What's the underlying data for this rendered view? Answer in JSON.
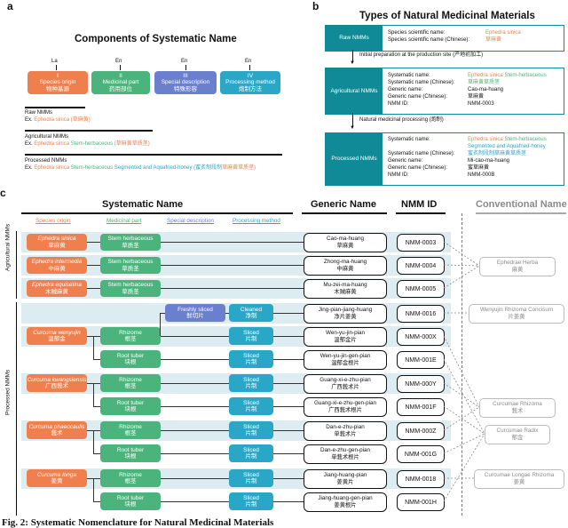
{
  "panel_a": {
    "label": "a",
    "title": "Components of Systematic Name",
    "components": [
      {
        "abbr": "La",
        "num": "I",
        "en": "Species origin",
        "zh": "物种基源",
        "color": "#ef7f4c"
      },
      {
        "abbr": "En",
        "num": "II",
        "en": "Medicinal part",
        "zh": "药用部位",
        "color": "#4bb37c"
      },
      {
        "abbr": "En",
        "num": "III",
        "en": "Special description",
        "zh": "特殊形容",
        "color": "#6b7fcf"
      },
      {
        "abbr": "En",
        "num": "IV",
        "en": "Processing method",
        "zh": "炮制方法",
        "color": "#2aa6c6"
      }
    ],
    "raw_title": "Raw NMMs",
    "raw_ex_prefix": "Ex. ",
    "raw_ex_species": "Ephedra sinica",
    "raw_ex_zh": "(草麻黄)",
    "agri_title": "Agricultural NMMs",
    "agri_ex_prefix": "Ex. ",
    "agri_ex_species": "Ephedra sinica",
    "agri_ex_part": "Stem-herbaceous",
    "agri_ex_zh": "(草麻黄草质茎)",
    "proc_title": "Processed NMMs",
    "proc_ex_prefix": "Ex. ",
    "proc_ex_species": "Ephedra sinica",
    "proc_ex_part": "Stem-herbaceous",
    "proc_ex_method": "Segmented and Aquafried-honey",
    "proc_ex_zh_a": "(蜜炙制段制",
    "proc_ex_zh_b": "草麻黄草质茎)"
  },
  "panel_b": {
    "label": "b",
    "title": "Types of Natural Medicinal Materials",
    "raw": {
      "name": "Raw NMMs",
      "rows": [
        [
          "Species scientific name:",
          "Ephedra sinica"
        ],
        [
          "Species scientific name (Chinese):",
          "草麻黄"
        ]
      ]
    },
    "arrow1": "Initial preparation at the production site (产地初加工)",
    "agri": {
      "name": "Agricultural NMMs",
      "rows": [
        [
          "Systematic name:",
          "Ephedra sinica Stem-herbaceous"
        ],
        [
          "Systematic name (Chinese):",
          "草麻黄草质茎"
        ],
        [
          "Generic name:",
          "Cao-ma-huang"
        ],
        [
          "Generic name (Chinese):",
          "草麻黄"
        ],
        [
          "NMM ID:",
          "NMM-0003"
        ]
      ]
    },
    "arrow2": "Natural medicinal processing (炮制)",
    "proc": {
      "name": "Processed NMMs",
      "rows": [
        [
          "Systematic name:",
          "Ephedra sinica Stem-herbaceous"
        ],
        [
          "",
          "Segmented and Aquafried-honey"
        ],
        [
          "Systematic name (Chinese):",
          "蜜炙制段制草麻黄草质茎"
        ],
        [
          "Generic name:",
          "Mi-cao-ma-huang"
        ],
        [
          "Generic name (Chinese):",
          "蜜草麻黄"
        ],
        [
          "NMM ID:",
          "NMM-000B"
        ]
      ]
    }
  },
  "panel_c": {
    "label": "c",
    "systematic_title": "Systematic Name",
    "generic_title": "Generic Name",
    "id_title": "NMM ID",
    "conventional_title": "Conventional Name",
    "col_headers": [
      "Species origin",
      "Medicinal part",
      "Special description",
      "Processing method"
    ],
    "agri_label": "Agricultural NMMs",
    "proc_label": "Processed NMMs",
    "species": [
      {
        "en": "Ephedra sinica",
        "zh": "草麻黄"
      },
      {
        "en": "Ephedra intermedia",
        "zh": "中麻黄"
      },
      {
        "en": "Ephedra equisetina",
        "zh": "木贼麻黄"
      },
      {
        "en": "Curcuma wenyujin",
        "zh": "温郁金"
      },
      {
        "en": "Curcuma kwangsiensis",
        "zh": "广西莪术"
      },
      {
        "en": "Curcuma phaeocaulis",
        "zh": "莪术"
      },
      {
        "en": "Curcuma longa",
        "zh": "姜黄"
      }
    ],
    "parts": {
      "stem": {
        "en": "Stem herbaceous",
        "zh": "草质茎"
      },
      "rhizome": {
        "en": "Rhizome",
        "zh": "根茎"
      },
      "root": {
        "en": "Root tuber",
        "zh": "块根"
      }
    },
    "special": {
      "en": "Freshly sliced",
      "zh": "鲜切片"
    },
    "cleaned": {
      "en": "Cleaned",
      "zh": "净制"
    },
    "sliced": {
      "en": "Sliced",
      "zh": "片制"
    },
    "rows": [
      {
        "g_en": "Cao-ma-huang",
        "g_zh": "草麻黄",
        "id": "NMM-0003"
      },
      {
        "g_en": "Zhong-ma-huang",
        "g_zh": "中麻黄",
        "id": "NMM-0004"
      },
      {
        "g_en": "Mu-zei-ma-huang",
        "g_zh": "木贼麻黄",
        "id": "NMM-0005"
      },
      {
        "g_en": "Jing-pian-jiang-huang",
        "g_zh": "净片姜黄",
        "id": "NMM-0016"
      },
      {
        "g_en": "Wen-yu-jin-pian",
        "g_zh": "温郁金片",
        "id": "NMM-000X"
      },
      {
        "g_en": "Wen-yu-jin-gen-pian",
        "g_zh": "温郁金根片",
        "id": "NMM-001E"
      },
      {
        "g_en": "Guang-xi-e-zhu-pian",
        "g_zh": "广西莪术片",
        "id": "NMM-000Y"
      },
      {
        "g_en": "Guang-xi-e-zhu-gen-pian",
        "g_zh": "广西莪术根片",
        "id": "NMM-001F"
      },
      {
        "g_en": "Dan-e-zhu-pian",
        "g_zh": "单莪术片",
        "id": "NMM-000Z"
      },
      {
        "g_en": "Dan-e-zhu-gen-pian",
        "g_zh": "单莪术根片",
        "id": "NMM-001G"
      },
      {
        "g_en": "Jiang-huang-pian",
        "g_zh": "姜黄片",
        "id": "NMM-0018"
      },
      {
        "g_en": "Jiang-huang-gen-pian",
        "g_zh": "姜黄根片",
        "id": "NMM-001H"
      }
    ],
    "conventional": [
      {
        "en": "Ephedrae Herba",
        "zh": "麻黄"
      },
      {
        "en": "Wenyujin Rhizoma Concisum",
        "zh": "片姜黄"
      },
      {
        "en": "Curcumae Rhizoma",
        "zh": "莪术"
      },
      {
        "en": "Curcumae Radix",
        "zh": "郁金"
      },
      {
        "en": "Curcumae Longae Rhizoma",
        "zh": "姜黄"
      }
    ]
  },
  "caption": "Fig. 2: Systematic Nomenclature for Natural Medicinal Materials"
}
